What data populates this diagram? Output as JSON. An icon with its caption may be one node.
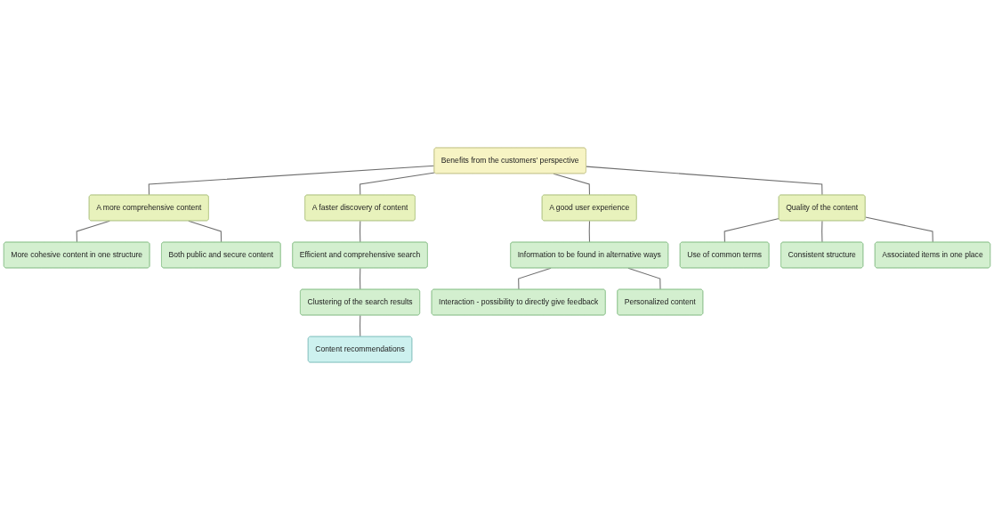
{
  "diagram": {
    "nodes": [
      {
        "text": [
          "Benefits from the customers' perspective"
        ]
      },
      {
        "text": [
          "A more comprehensive content"
        ]
      },
      {
        "text": [
          "A faster discovery of content"
        ]
      },
      {
        "text": [
          "A good user experience"
        ]
      },
      {
        "text": [
          "Quality of the content"
        ]
      },
      {
        "text": [
          "More cohesive content in one structure"
        ]
      },
      {
        "text": [
          "Both public and secure content"
        ]
      },
      {
        "text": [
          "Efficient and comprehensive search"
        ]
      },
      {
        "text": [
          "Clustering of the search results"
        ]
      },
      {
        "text": [
          "Content recommendations"
        ]
      },
      {
        "text": [
          "Information to be found in alternative ways"
        ]
      },
      {
        "text": [
          "Interaction - possibility to directly give feedback"
        ]
      },
      {
        "text": [
          "Personalized content"
        ]
      },
      {
        "text": [
          "Use of common terms"
        ]
      },
      {
        "text": [
          "Consistent structure"
        ]
      },
      {
        "text": [
          "Associated items in one place"
        ]
      }
    ],
    "edges": [
      {
        "from": 0,
        "to": 1,
        "arrow": "none"
      },
      {
        "from": 0,
        "to": 2,
        "arrow": "none"
      },
      {
        "from": 0,
        "to": 3,
        "arrow": "none"
      },
      {
        "from": 0,
        "to": 4,
        "arrow": "none"
      },
      {
        "from": 1,
        "to": 5,
        "arrow": "none"
      },
      {
        "from": 1,
        "to": 6,
        "arrow": "none"
      },
      {
        "from": 2,
        "to": 7,
        "arrow": "none"
      },
      {
        "from": 7,
        "to": 8,
        "arrow": "none"
      },
      {
        "from": 8,
        "to": 9,
        "arrow": "none"
      },
      {
        "from": 3,
        "to": 10,
        "arrow": "none"
      },
      {
        "from": 10,
        "to": 11,
        "arrow": "none"
      },
      {
        "from": 10,
        "to": 12,
        "arrow": "none"
      },
      {
        "from": 4,
        "to": 13,
        "arrow": "none"
      },
      {
        "from": 4,
        "to": 14,
        "arrow": "none"
      },
      {
        "from": 4,
        "to": 15,
        "arrow": "none"
      }
    ]
  }
}
